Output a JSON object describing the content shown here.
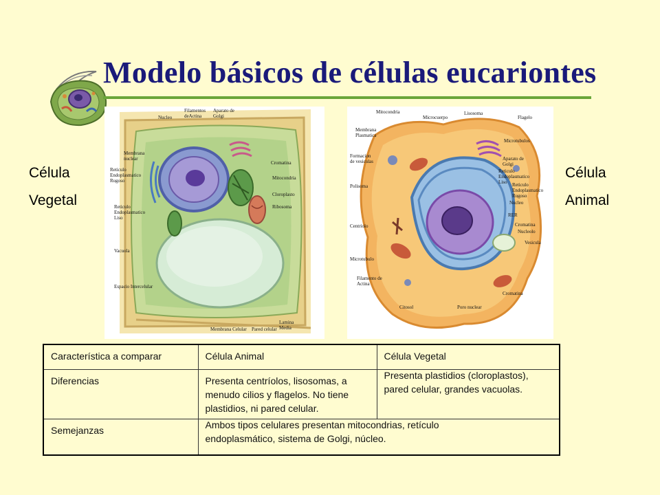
{
  "title": "Modelo básicos  de células eucariontes",
  "logo_icon": "cell-logo-icon",
  "left_label": [
    "Célula",
    "Vegetal"
  ],
  "right_label": [
    "Célula",
    "Animal"
  ],
  "plant_cell": {
    "labels": {
      "nucleo": "Nucleo",
      "filamentos": "Filamentos",
      "de_actina": "deActina",
      "aparato": "Aparato de",
      "golgi": "Golgi",
      "membrana": "Membrana",
      "nuclear": "nuclear",
      "reticulo": "Reticulo",
      "endoplasmatico": "Endoplasmatico",
      "rugoso": "Rugoso",
      "cromatina": "Cromatina",
      "mitocondria": "Mitocondria",
      "cloroplasto": "Cloroplasto",
      "ribosoma": "Ribosoma",
      "reticulo2": "Reticulo",
      "endoplasmatico2": "Endoplasmatico",
      "liso": "Liso",
      "vacuola": "Vacuola",
      "espacio": "Espacio Intercelular",
      "membrana_celular": "Membrana Celular",
      "pared_celular": "Pared celular",
      "lamina": "Lamina",
      "media": "Media"
    }
  },
  "animal_cell": {
    "labels": {
      "mitocondria": "Mitocondria",
      "microcuerpo": "Microcuerpo",
      "lisosoma": "Lisosoma",
      "flagelo": "Flagelo",
      "membrana": "Membrana",
      "plasmatica": "Plasmatica",
      "microtubulos": "Microtubulos",
      "formacion": "Formacion",
      "de_vesiculas": "de vesiculas",
      "aparato": "Aparato de",
      "golgi": "Golgi",
      "reticulo_liso_a": "Reticulo",
      "reticulo_liso_b": "Endoplasmatico",
      "reticulo_liso_c": "Liso",
      "reticulo_rug_a": "Reticulo",
      "reticulo_rug_b": "Endoplasmatico",
      "reticulo_rug_c": "Rugoso",
      "polisoma": "Polisoma",
      "nucleo": "Nucleo",
      "rer": "RER",
      "cromatina": "Cromatina",
      "nucleolo": "Nucleolo",
      "centriolo": "Centriolo",
      "vesicula": "Vesicula",
      "microtubulo": "Microtubulo",
      "filamento": "Filamento de",
      "actina": "Actina",
      "cromatina2": "Cromatina",
      "citosol": "Citosol",
      "poro": "Poro nuclear"
    }
  },
  "table": {
    "headers": [
      "Característica a comparar",
      "Célula Animal",
      "Célula Vegetal"
    ],
    "rows": [
      {
        "label": "Diferencias",
        "animal": "Presenta centríolos, lisosomas, a menudo cilios y flagelos. No tiene plastidios, ni pared celular.",
        "vegetal": "Presenta plastidios (cloroplastos), pared celular, grandes vacuolas."
      },
      {
        "label": "Semejanzas",
        "both": "Ambos tipos celulares presentan mitocondrias, retículo endoplasmático, sistema de Golgi, núcleo."
      }
    ]
  }
}
